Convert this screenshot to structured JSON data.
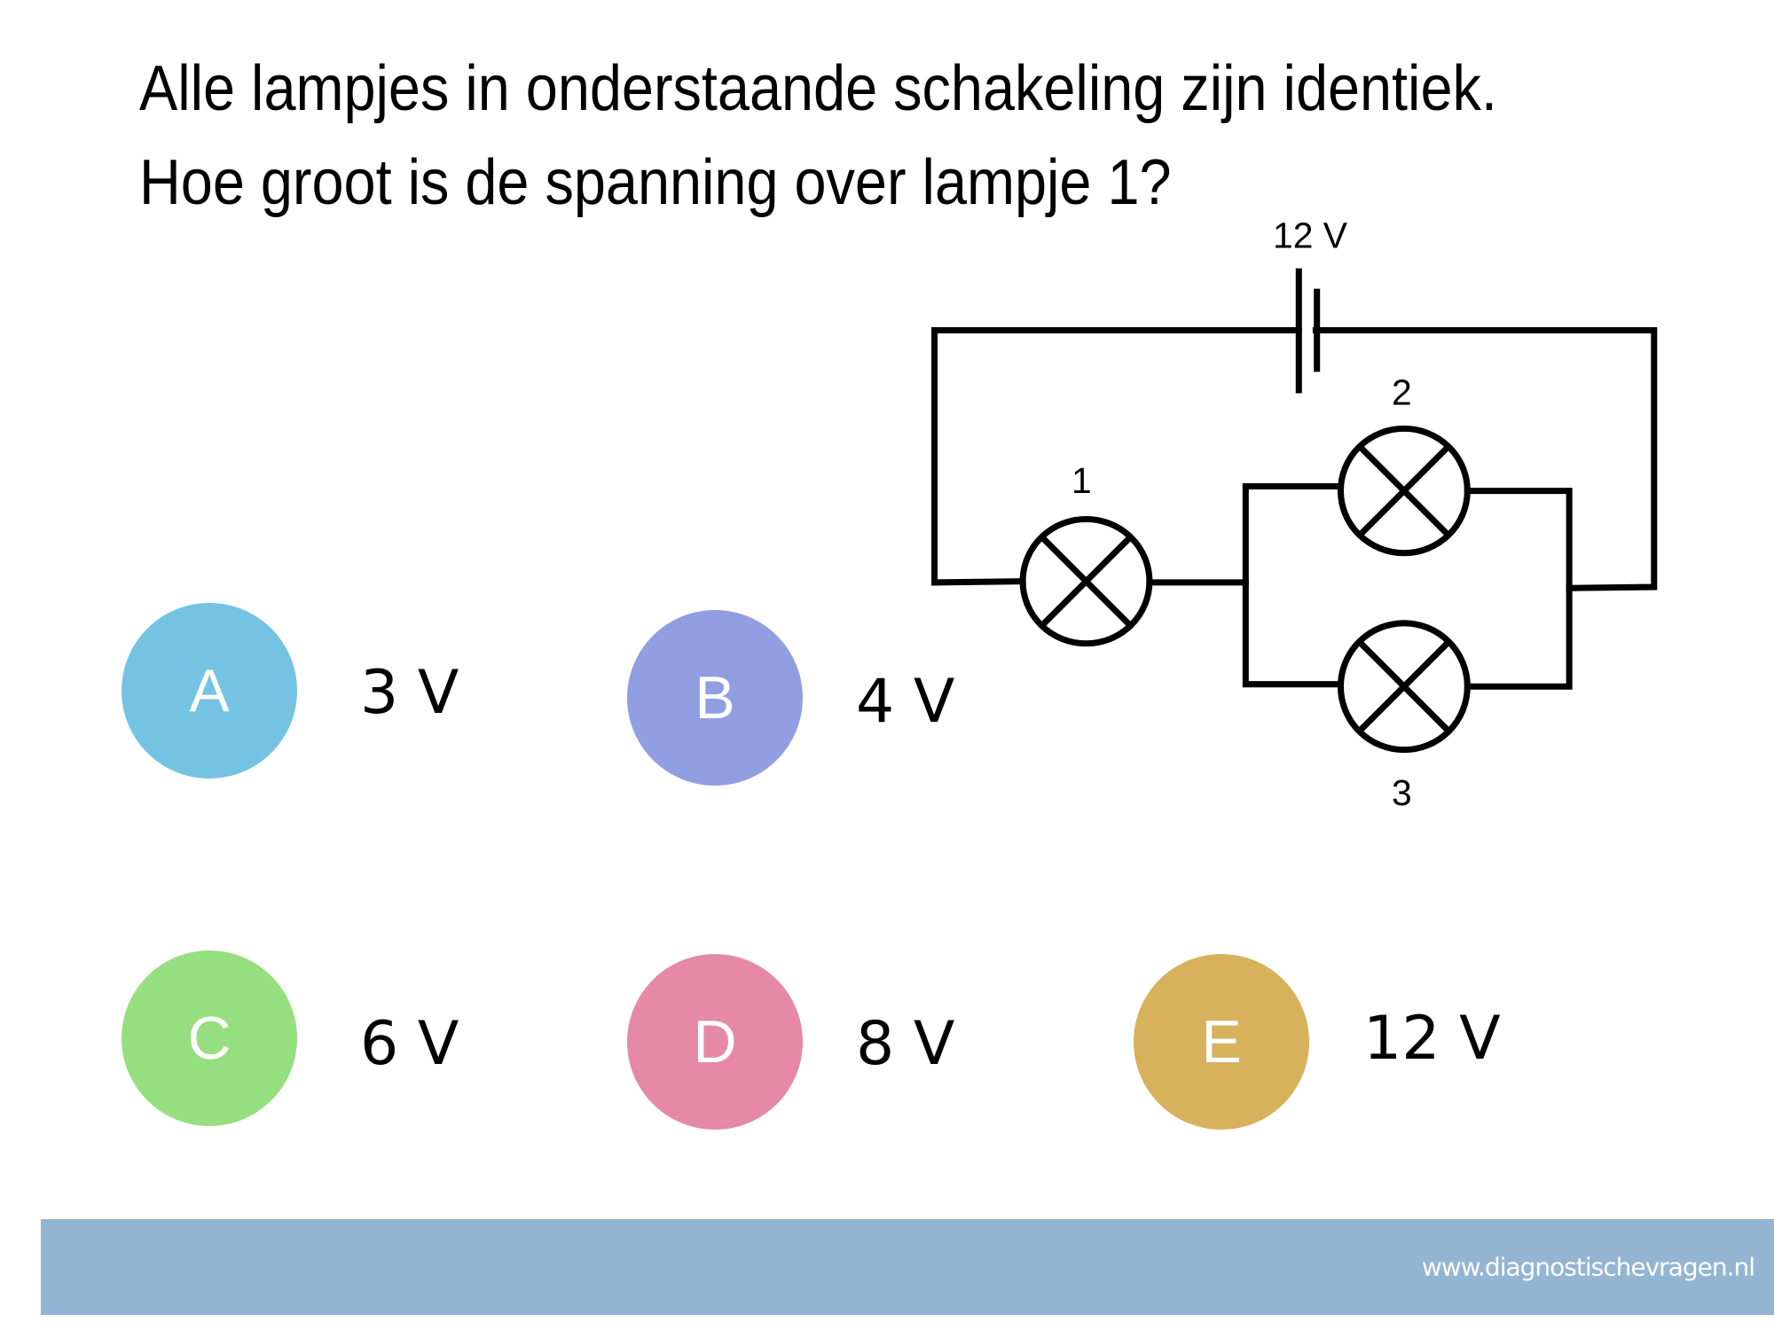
{
  "question": {
    "line1": "Alle lampjes in onderstaande schakeling zijn identiek.",
    "line2": "Hoe groot is de spanning over lampje 1?"
  },
  "circuit": {
    "battery_label": "12 V",
    "lamp_labels": [
      "1",
      "2",
      "3"
    ]
  },
  "options": [
    {
      "letter": "A",
      "answer": "3 V",
      "color": "#74c3e2"
    },
    {
      "letter": "B",
      "answer": "4 V",
      "color": "#929ee2"
    },
    {
      "letter": "C",
      "answer": "6 V",
      "color": "#96df80"
    },
    {
      "letter": "D",
      "answer": "8 V",
      "color": "#e589a6"
    },
    {
      "letter": "E",
      "answer": "12 V",
      "color": "#d7b15c"
    }
  ],
  "footer": {
    "url": "www.diagnostischevragen.nl"
  }
}
